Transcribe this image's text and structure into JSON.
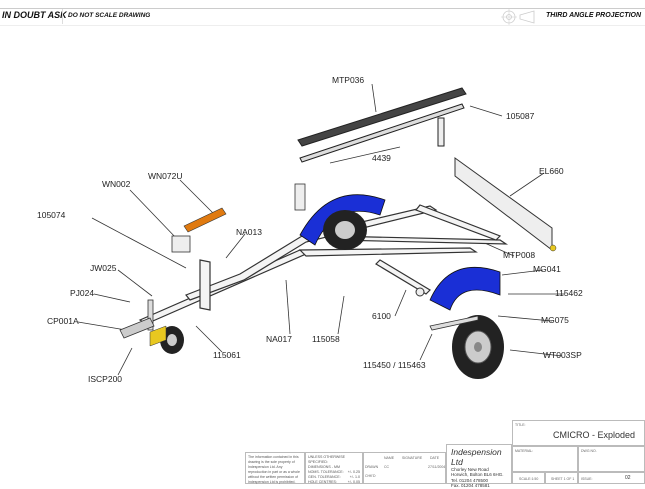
{
  "header": {
    "left": "IN DOUBT ASK",
    "note": "DO NOT SCALE DRAWING",
    "projection": "THIRD ANGLE PROJECTION",
    "projection_icon": "third-angle-projection-symbol"
  },
  "callouts": {
    "mtp036": "MTP036",
    "c105087": "105087",
    "c4439": "4439",
    "el660": "EL660",
    "wn072u": "WN072U",
    "wn002": "WN002",
    "c105074": "105074",
    "na013": "NA013",
    "mtp008": "MTP008",
    "mg041": "MG041",
    "jw025": "JW025",
    "pj024": "PJ024",
    "c115462": "115462",
    "cp001a": "CP001A",
    "mg075": "MG075",
    "c6100": "6100",
    "na017": "NA017",
    "c115058": "115058",
    "c115061": "115061",
    "wt003sp": "WT003SP",
    "c115450": "115450 / 115463",
    "iscp200": "ISCP200"
  },
  "colors": {
    "mudguard": "#1a2fd6",
    "strap": "#e07a10",
    "line": "#333333"
  },
  "title_block": {
    "disclaimer": "The information contained in this drawing is the sole property of Indespension Ltd. Any reproduction in part or as a whole without the written permission of Indespension Ltd is prohibited.",
    "tolerances": {
      "heading": "UNLESS OTHERWISE SPECIFIED:",
      "dims": "DIMENSIONS - MM",
      "rows": [
        {
          "label": "NOMS. TOLERANCE:",
          "value": "+/- 0.25"
        },
        {
          "label": "GEN. TOLERANCE:",
          "value": "+/- 1.0"
        },
        {
          "label": "HOLE CENTRES:",
          "value": "+/- 0.05"
        }
      ]
    },
    "sign_headers": {
      "name": "NAME",
      "signature": "SIGNATURE",
      "date": "DATE"
    },
    "drawn": {
      "label": "DRAWN",
      "name": "CC",
      "date": "27/11/2004"
    },
    "checked": {
      "label": "CHK'D"
    },
    "company": {
      "name": "Indespension Ltd",
      "address1": "Chorley New Road",
      "address2": "Horwich, Bolton BL6 6HG.",
      "tel": "Tel. 01204 478500",
      "fax": "Fax. 01204 478581"
    },
    "title_label": "TITLE:",
    "title": "CMICRO - Exploded",
    "material_label": "MATERIAL:",
    "dwg_label": "DWG NO.",
    "scale": "SCALE:1:50",
    "sheet": "SHEET 1 OF 1",
    "issue_label": "ISSUE:",
    "issue": "02"
  }
}
